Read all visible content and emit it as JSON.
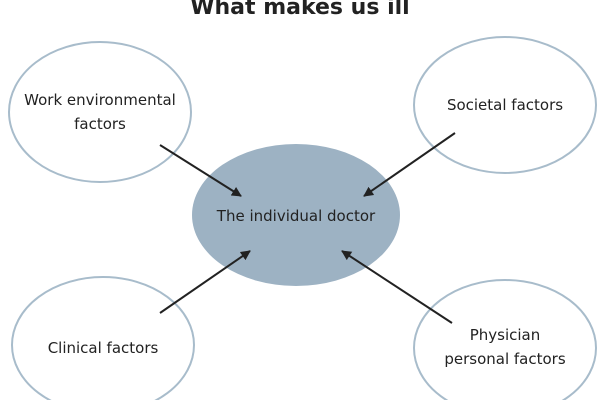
{
  "title": "What makes us ill",
  "center": {
    "label": "The individual doctor"
  },
  "factors": {
    "work_line1": "Work environmental",
    "work_line2": "factors",
    "societal": "Societal factors",
    "clinical": "Clinical factors",
    "physician_line1": "Physician",
    "physician_line2": "personal factors"
  },
  "colors": {
    "outline": "#a8bccb",
    "center_fill": "#9db2c3",
    "arrow": "#222222"
  }
}
